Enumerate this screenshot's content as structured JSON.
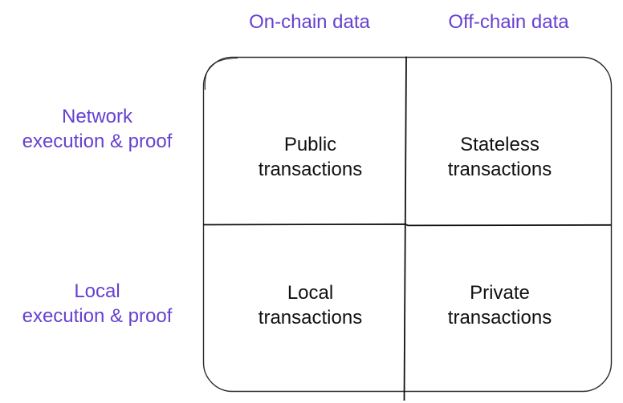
{
  "matrix": {
    "col_headers": [
      {
        "label": "On-chain data"
      },
      {
        "label": "Off-chain data"
      }
    ],
    "row_headers": [
      {
        "lines": [
          "Network",
          "execution & proof"
        ]
      },
      {
        "lines": [
          "Local",
          "execution & proof"
        ]
      }
    ],
    "cells": [
      {
        "row": 0,
        "col": 0,
        "lines": [
          "Public",
          "transactions"
        ]
      },
      {
        "row": 0,
        "col": 1,
        "lines": [
          "Stateless",
          "transactions"
        ]
      },
      {
        "row": 1,
        "col": 0,
        "lines": [
          "Local",
          "transactions"
        ]
      },
      {
        "row": 1,
        "col": 1,
        "lines": [
          "Private",
          "transactions"
        ]
      }
    ]
  },
  "colors": {
    "header_text": "#6640d0",
    "cell_text": "#111111",
    "line": "#1d1d1d",
    "background": "#ffffff"
  }
}
